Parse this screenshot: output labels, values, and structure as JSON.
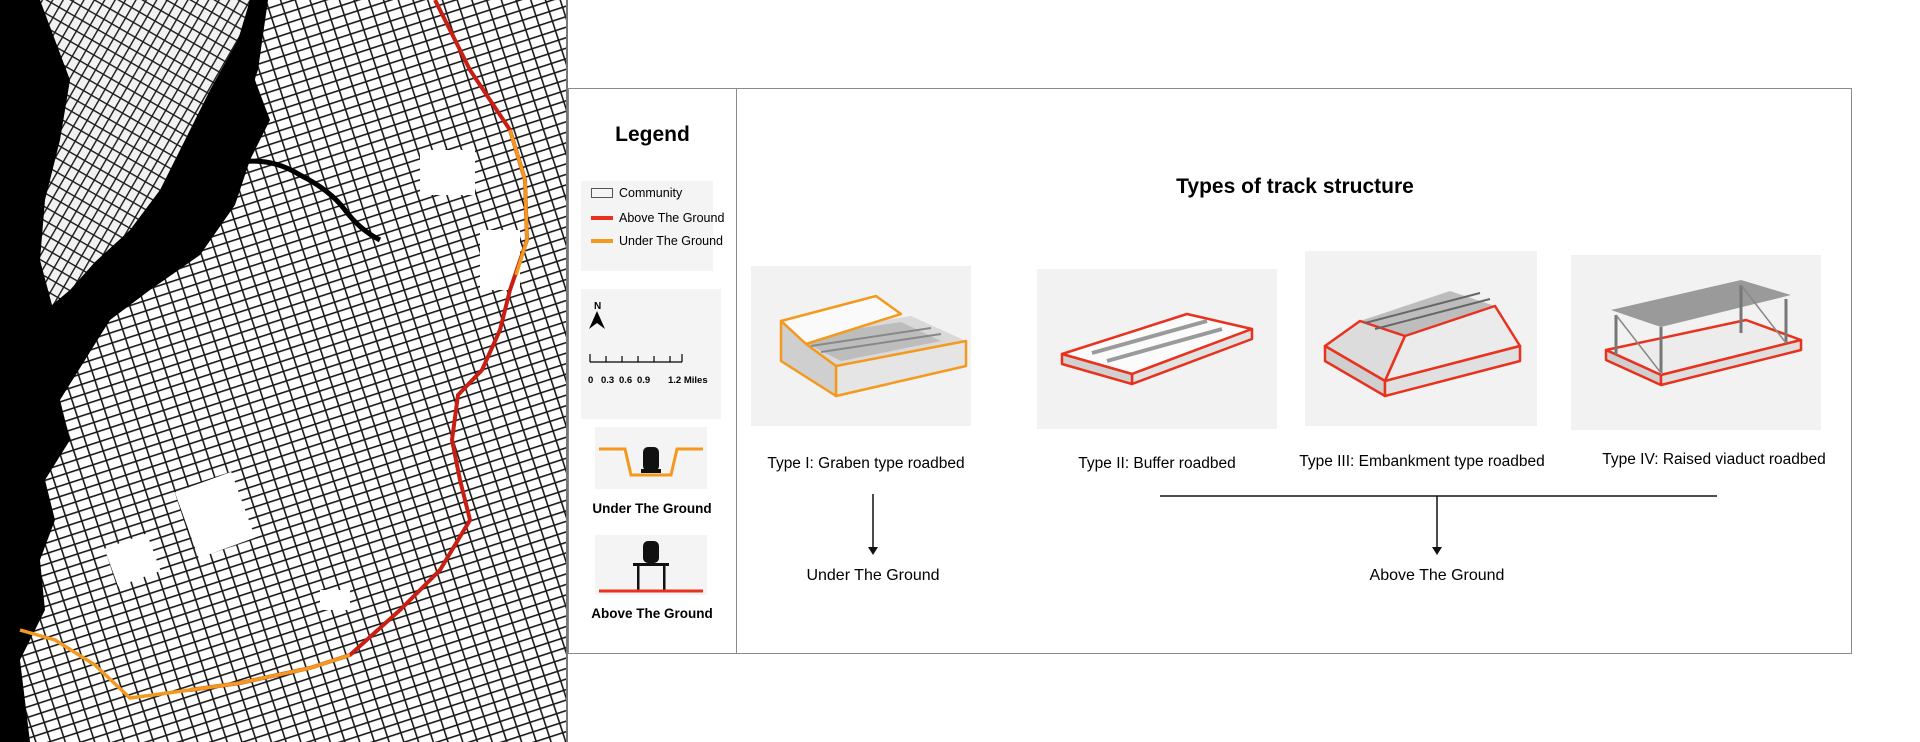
{
  "legend": {
    "title": "Legend",
    "items": [
      {
        "label": "Community",
        "symbol": "rect"
      },
      {
        "label": "Above The Ground",
        "symbol": "line",
        "color": "#e8321e"
      },
      {
        "label": "Under The Ground",
        "symbol": "line",
        "color": "#f39a1e"
      }
    ],
    "north_label": "N",
    "scale_labels": [
      "0",
      "0.3",
      "0.6",
      "0.9",
      "1.2 Miles"
    ],
    "under_icon_caption": "Under The Ground",
    "above_icon_caption": "Above The Ground"
  },
  "diagram": {
    "title": "Types of track structure",
    "types": [
      {
        "label": "Type I: Graben type roadbed",
        "outline_color": "#f39a1e"
      },
      {
        "label": "Type II: Buffer roadbed",
        "outline_color": "#e8321e"
      },
      {
        "label": "Type III: Embankment type roadbed",
        "outline_color": "#e8321e"
      },
      {
        "label": "Type IV: Raised viaduct roadbed",
        "outline_color": "#e8321e"
      }
    ],
    "groups": [
      {
        "label": "Under The Ground"
      },
      {
        "label": "Above The Ground"
      }
    ]
  },
  "colors": {
    "above_ground": "#c81e14",
    "under_ground": "#f39a1e",
    "map_background": "#000000",
    "map_blocks": "#ffffff"
  }
}
